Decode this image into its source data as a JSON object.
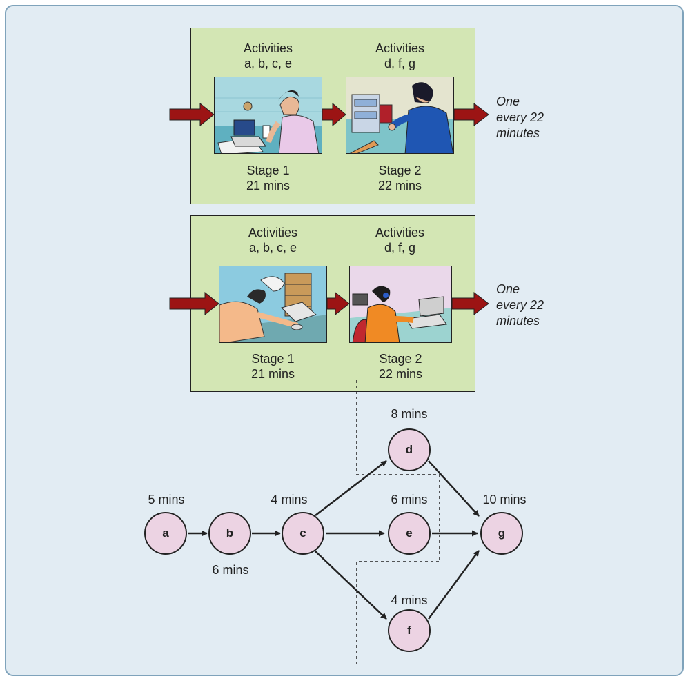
{
  "panel_top": {
    "stage1": {
      "activities_heading": "Activities",
      "activities_list": "a, b, c, e",
      "stage_label": "Stage 1",
      "time": "21 mins"
    },
    "stage2": {
      "activities_heading": "Activities",
      "activities_list": "d, f, g",
      "stage_label": "Stage 2",
      "time": "22 mins"
    },
    "output_lines": [
      "One",
      "every 22",
      "minutes"
    ]
  },
  "panel_bottom": {
    "stage1": {
      "activities_heading": "Activities",
      "activities_list": "a, b, c, e",
      "stage_label": "Stage 1",
      "time": "21 mins"
    },
    "stage2": {
      "activities_heading": "Activities",
      "activities_list": "d, f, g",
      "stage_label": "Stage 2",
      "time": "22 mins"
    },
    "output_lines": [
      "One",
      "every 22",
      "minutes"
    ]
  },
  "network": {
    "nodes": [
      {
        "id": "a",
        "label": "a",
        "duration": "5 mins"
      },
      {
        "id": "b",
        "label": "b",
        "duration": "6 mins"
      },
      {
        "id": "c",
        "label": "c",
        "duration": "4 mins"
      },
      {
        "id": "d",
        "label": "d",
        "duration": "8 mins"
      },
      {
        "id": "e",
        "label": "e",
        "duration": "6 mins"
      },
      {
        "id": "f",
        "label": "f",
        "duration": "4 mins"
      },
      {
        "id": "g",
        "label": "g",
        "duration": "10 mins"
      }
    ],
    "edges": [
      [
        "a",
        "b"
      ],
      [
        "b",
        "c"
      ],
      [
        "c",
        "d"
      ],
      [
        "c",
        "e"
      ],
      [
        "c",
        "f"
      ],
      [
        "d",
        "g"
      ],
      [
        "e",
        "g"
      ],
      [
        "f",
        "g"
      ]
    ]
  },
  "colors": {
    "background": "#e2ecf3",
    "panel": "#d3e6b4",
    "node": "#ecd3e3",
    "arrow": "#9c1414"
  }
}
